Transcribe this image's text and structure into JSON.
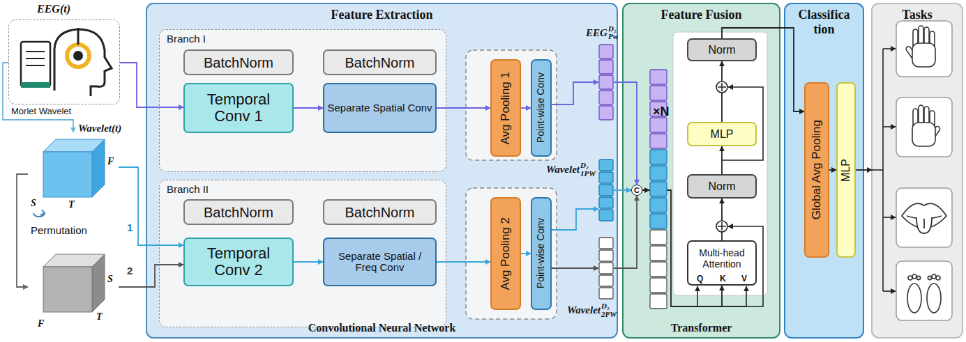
{
  "diagram": {
    "nodes": [
      {
        "text": [
          "EEG(t)"
        ]
      },
      {
        "text": [
          "F",
          "S",
          "T"
        ]
      },
      {
        "text": [
          "S",
          "T",
          "F"
        ]
      },
      {
        "text": [
          "Feature Extraction",
          "Convolutional Neural Network"
        ]
      },
      {
        "text": [
          "Branch I"
        ],
        "in": 3
      },
      {
        "text": [
          "BatchNorm"
        ],
        "in": 4
      },
      {
        "text": [
          "Temporal Conv 1"
        ],
        "in": 4
      },
      {
        "text": [
          "BatchNorm"
        ],
        "in": 4
      },
      {
        "text": [
          "Separate Spatial Conv"
        ],
        "in": 4
      },
      {
        "text": [
          "Branch II"
        ],
        "in": 3
      },
      {
        "text": [
          "BatchNorm"
        ],
        "in": 9
      },
      {
        "text": [
          "Temporal Conv 2"
        ],
        "in": 9
      },
      {
        "text": [
          "BatchNorm"
        ],
        "in": 9
      },
      {
        "text": [
          "Separate Spatial / Freq Conv"
        ],
        "in": 9
      },
      {
        "text": [
          "Avg Pooling 1"
        ],
        "in": 3
      },
      {
        "text": [
          "Point-wise Conv"
        ],
        "in": 3
      },
      {
        "text": [
          "Avg Pooling 2"
        ],
        "in": 3
      },
      {
        "text": [
          "Point-wise Conv"
        ],
        "in": 3
      },
      {
        "text": [
          "EEG",
          "D₂",
          "Pw"
        ],
        "in": 3
      },
      {
        "text": [
          "Wavelet",
          "D₂",
          "1PW"
        ],
        "in": 3
      },
      {
        "text": [
          "Wavelet",
          "D₂",
          "2PW"
        ],
        "in": 3
      },
      {
        "text": [
          "Feature Fusion",
          "Transformer"
        ]
      },
      {
        "text": [
          "C"
        ],
        "in": 21
      },
      {
        "text": [
          "Norm"
        ],
        "in": 21
      },
      {
        "text": [
          "MLP"
        ],
        "in": 21
      },
      {
        "text": [
          "Norm"
        ],
        "in": 21
      },
      {
        "text": [
          "Multi-head Attention",
          "Q",
          "K",
          "V"
        ],
        "in": 21
      },
      {
        "text": [
          "Classifica tion"
        ]
      },
      {
        "text": [
          "Global Avg Pooling"
        ],
        "in": 27
      },
      {
        "text": [
          "MLP"
        ],
        "in": 27
      },
      {
        "text": [
          "Tasks"
        ]
      }
    ],
    "edges": [
      {
        "from": 0,
        "to": 1,
        "arrow": "to",
        "label": "Morlet Wavelet"
      },
      {
        "from": 1,
        "to": 2,
        "arrow": "to"
      },
      {
        "from": 1,
        "to": 11,
        "arrow": "to",
        "label": "1"
      },
      {
        "from": 2,
        "to": 11,
        "arrow": "to",
        "label": "2"
      },
      {
        "from": 0,
        "to": 6,
        "arrow": "to"
      },
      {
        "from": 6,
        "to": 8,
        "arrow": "to"
      },
      {
        "from": 11,
        "to": 13,
        "arrow": "to"
      },
      {
        "from": 8,
        "to": 14,
        "arrow": "to"
      },
      {
        "from": 13,
        "to": 16,
        "arrow": "to"
      },
      {
        "from": 14,
        "to": 15,
        "arrow": "to"
      },
      {
        "from": 16,
        "to": 17,
        "arrow": "to"
      },
      {
        "from": 15,
        "to": 18,
        "arrow": "to"
      },
      {
        "from": 17,
        "to": 19,
        "arrow": "to"
      },
      {
        "from": 17,
        "to": 20,
        "arrow": "to"
      },
      {
        "from": 18,
        "to": 22,
        "arrow": "to"
      },
      {
        "from": 19,
        "to": 22,
        "arrow": "to"
      },
      {
        "from": 20,
        "to": 22,
        "arrow": "to"
      },
      {
        "from": 22,
        "to": 26,
        "arrow": "to"
      },
      {
        "from": 26,
        "to": 25,
        "arrow": "to"
      },
      {
        "from": 25,
        "to": 24,
        "arrow": "to"
      },
      {
        "from": 24,
        "to": 23,
        "arrow": "to"
      },
      {
        "from": 23,
        "to": 28,
        "arrow": "to"
      },
      {
        "from": 28,
        "to": 29,
        "arrow": "to"
      },
      {
        "from": 29,
        "to": 30,
        "arrow": "to"
      }
    ],
    "labels": [
      "Wavelet(t)",
      "Permutation",
      "×N"
    ]
  }
}
